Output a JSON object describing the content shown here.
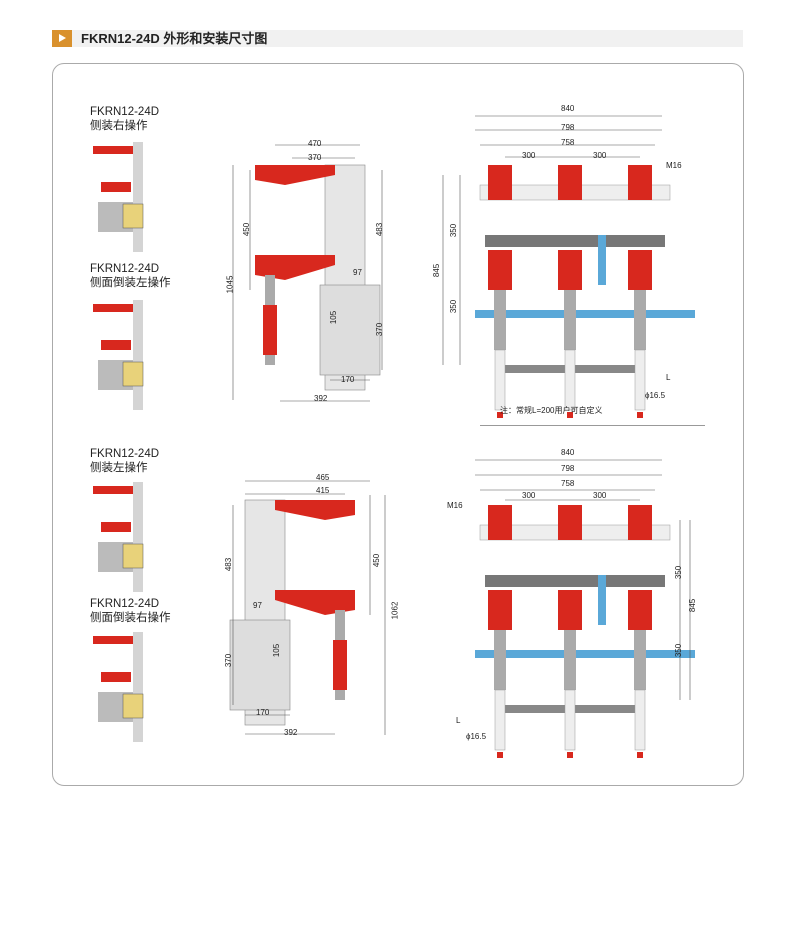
{
  "header": {
    "title": "FKRN12-24D 外形和安装尺寸图",
    "icon": "play-icon",
    "accent": "#d9912d"
  },
  "variants": [
    {
      "model": "FKRN12-24D",
      "mode": "侧装右操作"
    },
    {
      "model": "FKRN12-24D",
      "mode": "侧面倒装左操作"
    },
    {
      "model": "FKRN12-24D",
      "mode": "侧装左操作"
    },
    {
      "model": "FKRN12-24D",
      "mode": "侧面倒装右操作"
    }
  ],
  "top_side_dims": {
    "w470": "470",
    "w370": "370",
    "h450": "450",
    "h1045": "1045",
    "h483": "483",
    "w97": "97",
    "h105": "105",
    "h370": "370",
    "w170": "170",
    "w392": "392"
  },
  "top_front_dims": {
    "w840": "840",
    "w798": "798",
    "w758": "758",
    "p1": "300",
    "p2": "300",
    "bolt": "M16",
    "h350a": "350",
    "h845": "845",
    "h350b": "350",
    "L": "L",
    "hole": "ϕ16.5",
    "note": "注：常规L=200用户可自定义"
  },
  "bottom_side_dims": {
    "w465": "465",
    "w415": "415",
    "h483": "483",
    "h450": "450",
    "h1062": "1062",
    "w97": "97",
    "h105": "105",
    "h370": "370",
    "w170": "170",
    "w392": "392"
  },
  "bottom_front_dims": {
    "w840": "840",
    "w798": "798",
    "w758": "758",
    "p1": "300",
    "p2": "300",
    "bolt": "M16",
    "h350a": "350",
    "h845": "845",
    "h350b": "350",
    "L": "L",
    "hole": "ϕ16.5"
  },
  "colors": {
    "insulator": "#d8281e",
    "frame": "#d4d4d4",
    "fuse": "#5aa8d8"
  }
}
